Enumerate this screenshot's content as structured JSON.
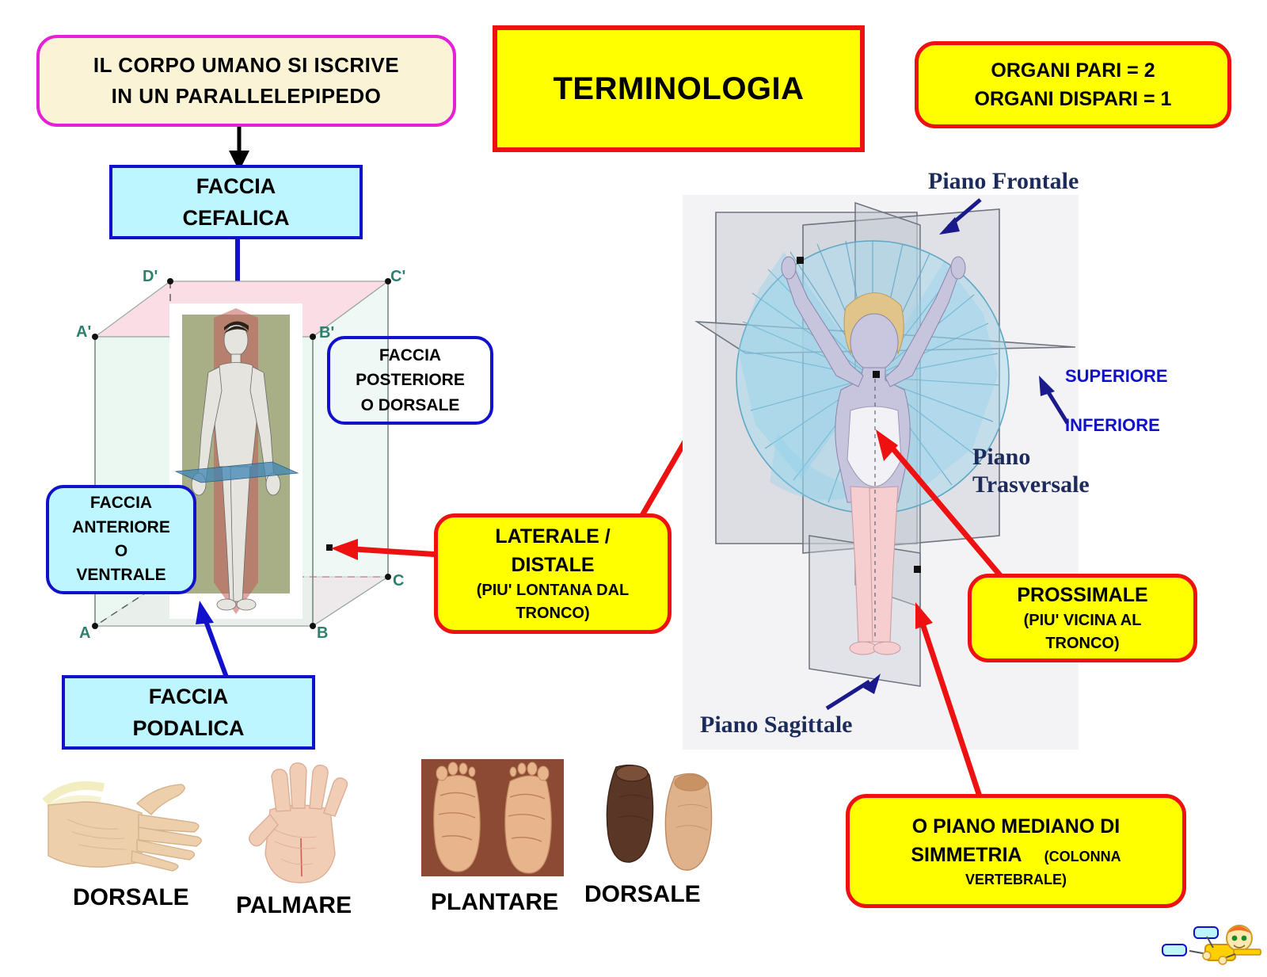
{
  "header": {
    "intro_line1": "IL  CORPO    UMANO  SI  ISCRIVE",
    "intro_line2": "IN  UN     PARALLELEPIPEDO",
    "title": "TERMINOLOGIA",
    "organs_line1": "ORGANI    PARI  =  2",
    "organs_line2": "ORGANI     DISPARI   =  1"
  },
  "cube": {
    "cefalica_line1": "FACCIA",
    "cefalica_line2": "CEFALICA",
    "posteriore_line1": "FACCIA",
    "posteriore_line2": "POSTERIORE",
    "posteriore_line3": "O    DORSALE",
    "anteriore_line1": "FACCIA",
    "anteriore_line2": "ANTERIORE",
    "anteriore_line3": "O",
    "anteriore_line4": "VENTRALE",
    "podalica_line1": "FACCIA",
    "podalica_line2": "PODALICA",
    "vertices": {
      "a_top": "A'",
      "b_top": "B'",
      "c_top": "C'",
      "d_top": "D'",
      "a_bottom": "A",
      "b_bottom": "B",
      "c_bottom": "C"
    }
  },
  "callouts": {
    "laterale_line1": "LATERALE    /",
    "laterale_line2": "DISTALE",
    "laterale_line3": "(PIU'    LONTANA    DAL",
    "laterale_line4": "TRONCO)",
    "prossimale_line1": "PROSSIMALE",
    "prossimale_line2": "(PIU'   VICINA   AL",
    "prossimale_line3": "TRONCO)",
    "mediano_line1": "O  PIANO    MEDIANO    DI",
    "mediano_line2": "SIMMETRIA",
    "mediano_line2b": "(COLONNA",
    "mediano_line3": "VERTEBRALE)"
  },
  "planes": {
    "frontale": "Piano Frontale",
    "trasversale_line1": "Piano",
    "trasversale_line2": "Trasversale",
    "sagittale": "Piano Sagittale",
    "superiore": "SUPERIORE",
    "inferiore": "INFERIORE"
  },
  "extremities": {
    "hand_dorsal": "DORSALE",
    "hand_palmar": "PALMARE",
    "foot_plantar": "PLANTARE",
    "foot_dorsal": "DORSALE"
  },
  "colors": {
    "yellow": "#ffff00",
    "red_border": "#ee1111",
    "blue_border": "#1111cc",
    "cyan_fill": "#bdf6ff",
    "cream_fill": "#fbf3d5",
    "magenta_border": "#e520d6",
    "arrow_red": "#ee1111",
    "arrow_blue": "#1111cc",
    "vertex_teal": "#2f7f6f"
  }
}
